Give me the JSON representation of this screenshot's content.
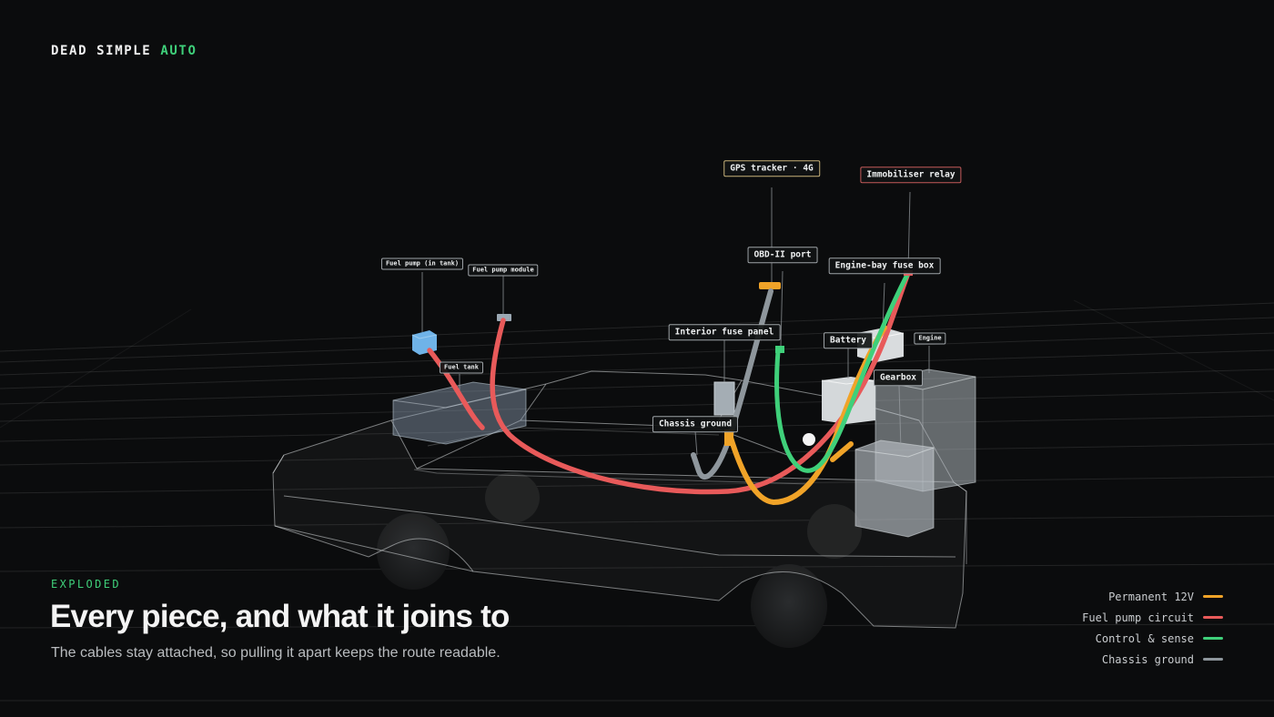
{
  "brand": {
    "name": "DEAD SIMPLE",
    "accent": "AUTO"
  },
  "caption": {
    "eyebrow": "EXPLODED",
    "title": "Every piece, and what it joins to",
    "subtitle": "The cables stay attached, so pulling it apart keeps the route readable."
  },
  "legend": [
    {
      "label": "Permanent 12V",
      "color": "#f0a328"
    },
    {
      "label": "Fuel pump circuit",
      "color": "#e85a5a"
    },
    {
      "label": "Control & sense",
      "color": "#3fd07a"
    },
    {
      "label": "Chassis ground",
      "color": "#8e969c"
    }
  ],
  "components": {
    "gps_tracker": "GPS tracker · 4G",
    "immobiliser_relay": "Immobiliser relay",
    "obd_port": "OBD-II port",
    "engine_bay_fuse_box": "Engine-bay fuse box",
    "interior_fuse_panel": "Interior fuse panel",
    "battery": "Battery",
    "engine": "Engine",
    "gearbox": "Gearbox",
    "chassis_ground": "Chassis ground",
    "fuel_pump_in_tank": "Fuel pump (in tank)",
    "fuel_pump_module": "Fuel pump module",
    "fuel_tank": "Fuel tank"
  }
}
